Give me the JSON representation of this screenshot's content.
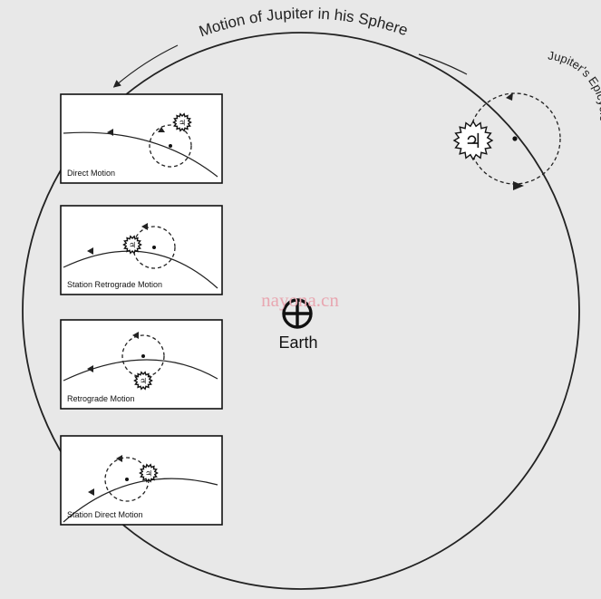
{
  "diagram": {
    "title": "Motion of Jupiter in his Sphere",
    "epicycle_label": "Jupiter's Epicycle",
    "earth_label": "Earth",
    "planet_symbol": "♃",
    "earth_symbol": "⊕",
    "watermark": "nayona.cn",
    "panels": [
      {
        "label": "Direct Motion"
      },
      {
        "label": "Station Retrograde Motion"
      },
      {
        "label": "Retrograde Motion"
      },
      {
        "label": "Station Direct Motion"
      }
    ]
  }
}
